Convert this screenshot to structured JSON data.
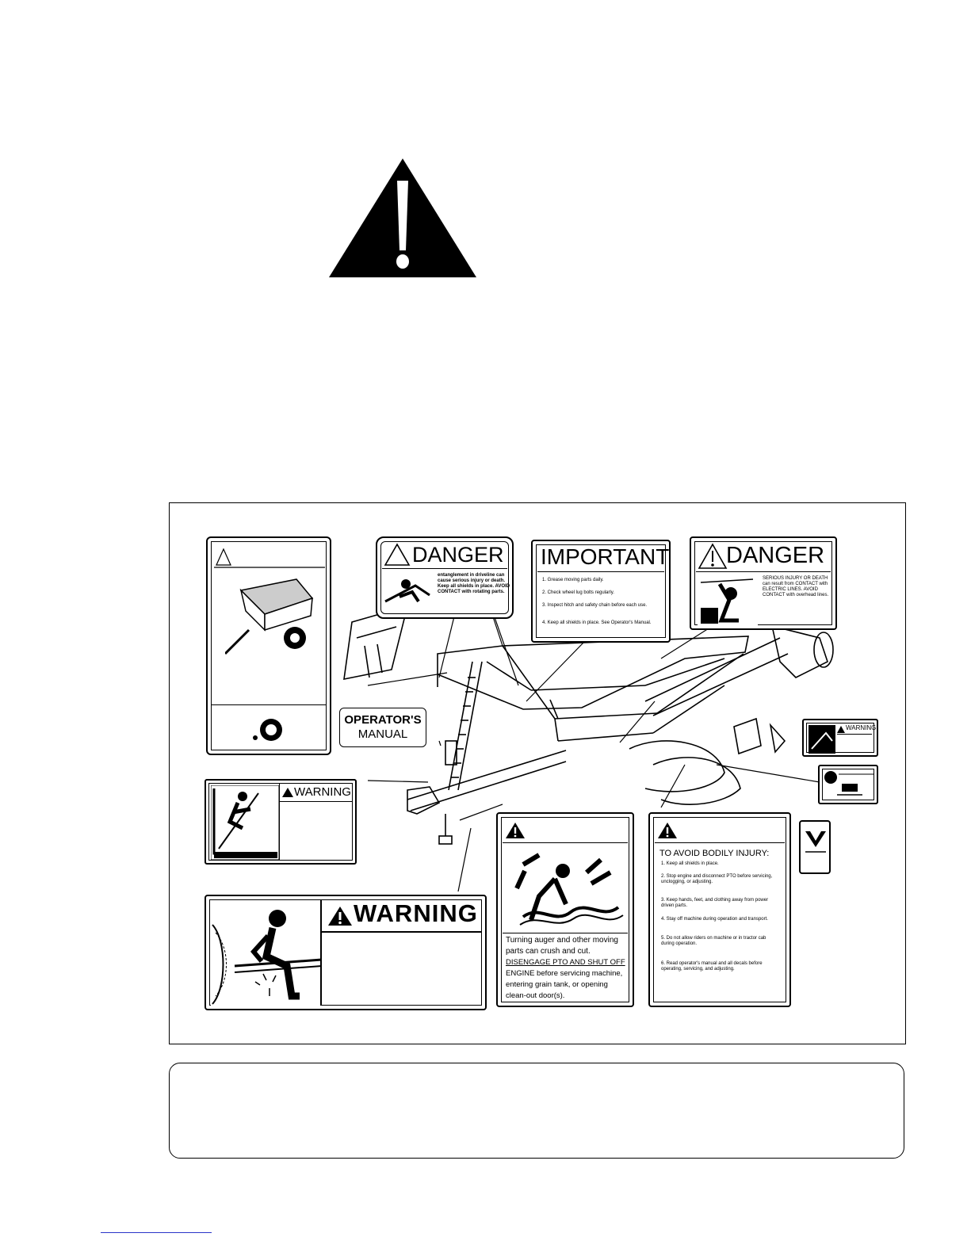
{
  "decals": {
    "danger_top_left": {
      "header": "DANGER",
      "body": "entanglement in driveline can cause serious injury or death. Keep all shields in place. AVOID CONTACT with rotating parts."
    },
    "important": {
      "header": "IMPORTANT",
      "items": [
        "1. Grease moving parts daily.",
        "2. Check wheel lug bolts regularly.",
        "3. Inspect hitch and safety chain before each use.",
        "4. Keep all shields in place. See Operator's Manual."
      ]
    },
    "danger_top_right": {
      "header": "DANGER",
      "body": "SERIOUS INJURY OR DEATH can result from CONTACT with ELECTRIC LINES. AVOID CONTACT with overhead lines."
    },
    "operators_manual": {
      "line1": "OPERATOR'S",
      "line2": "MANUAL"
    },
    "warning_small_right": {
      "header": "WARNING"
    },
    "warning_ladder": {
      "header": "WARNING"
    },
    "warning_bottom_left": {
      "header": "WARNING"
    },
    "warning_auger": {
      "line1": "Turning auger and other moving",
      "line2": "parts can crush and cut.",
      "line3": "DISENGAGE PTO AND SHUT OFF",
      "line4": "ENGINE before servicing machine,",
      "line5": "entering grain tank, or opening",
      "line6": "clean-out door(s)."
    },
    "bodily_injury": {
      "header": "TO AVOID BODILY INJURY:",
      "items": [
        "1. Keep all shields in place.",
        "2. Stop engine and disconnect PTO before servicing, unclogging, or adjusting.",
        "3. Keep hands, feet, and clothing away from power driven parts.",
        "4. Stay off machine during operation and transport.",
        "5. Do not allow riders on machine or in tractor cab during operation.",
        "6. Read operator's manual and all decals before operating, servicing, and adjusting."
      ]
    }
  },
  "colors": {
    "ink": "#000000",
    "paper": "#ffffff",
    "rule": "#2a35c8"
  }
}
